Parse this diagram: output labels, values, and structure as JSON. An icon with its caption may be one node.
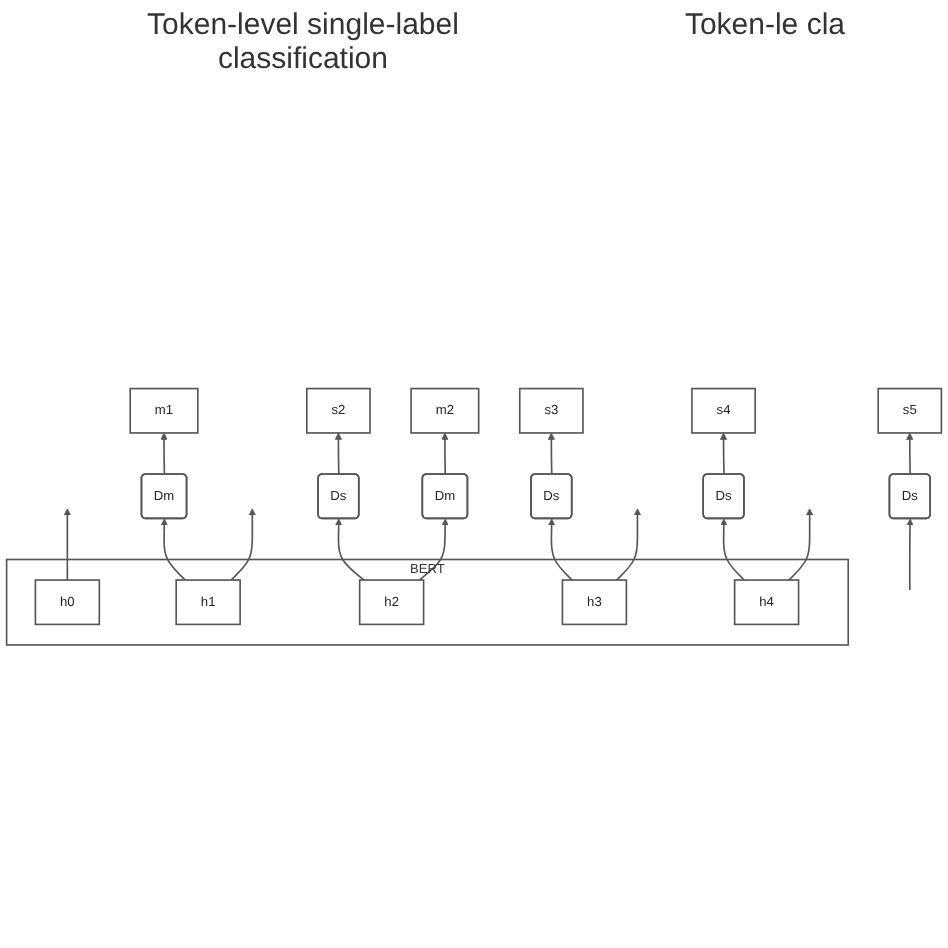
{
  "diagram": {
    "nodes": [
      {
        "text": [
          "s2"
        ]
      },
      {
        "text": [
          "s3"
        ]
      },
      {
        "text": [
          "s4"
        ]
      },
      {
        "text": [
          "s5"
        ]
      },
      {
        "text": [
          "m1"
        ]
      },
      {
        "text": [
          "m2"
        ]
      },
      {
        "text": [
          "Ds"
        ]
      },
      {
        "text": [
          "Ds"
        ]
      },
      {
        "text": [
          "Ds"
        ]
      },
      {
        "text": [
          "Ds"
        ]
      },
      {
        "text": [
          "Dm"
        ]
      },
      {
        "text": [
          "Dm"
        ]
      },
      {
        "text": [
          "BERT"
        ]
      },
      {
        "text": [
          "h0"
        ],
        "in": 12
      },
      {
        "text": [
          "h1"
        ],
        "in": 12
      },
      {
        "text": [
          "h2"
        ],
        "in": 12
      },
      {
        "text": [
          "h3"
        ],
        "in": 12
      },
      {
        "text": [
          "h4"
        ],
        "in": 12
      }
    ],
    "edges": [
      {
        "from": 6,
        "to": 0,
        "arrow": "to"
      },
      {
        "from": 7,
        "to": 1,
        "arrow": "to"
      },
      {
        "from": 8,
        "to": 2,
        "arrow": "to"
      },
      {
        "from": 9,
        "to": 3,
        "arrow": "to"
      },
      {
        "from": 10,
        "to": 4,
        "arrow": "to"
      },
      {
        "from": 11,
        "to": 5,
        "arrow": "to"
      },
      {
        "from": 13,
        "to": null,
        "arrow": "to"
      },
      {
        "from": 14,
        "to": 10,
        "arrow": "to"
      },
      {
        "from": 14,
        "to": null,
        "arrow": "to"
      },
      {
        "from": 15,
        "to": 6,
        "arrow": "to"
      },
      {
        "from": 15,
        "to": 11,
        "arrow": "to"
      },
      {
        "from": 16,
        "to": 7,
        "arrow": "to"
      },
      {
        "from": 16,
        "to": null,
        "arrow": "to"
      },
      {
        "from": 17,
        "to": 8,
        "arrow": "to"
      },
      {
        "from": 17,
        "to": null,
        "arrow": "to"
      },
      {
        "from": null,
        "to": 9,
        "arrow": "to"
      }
    ],
    "labels": [
      "Token-level single-label classification",
      "Token-le cla"
    ]
  }
}
